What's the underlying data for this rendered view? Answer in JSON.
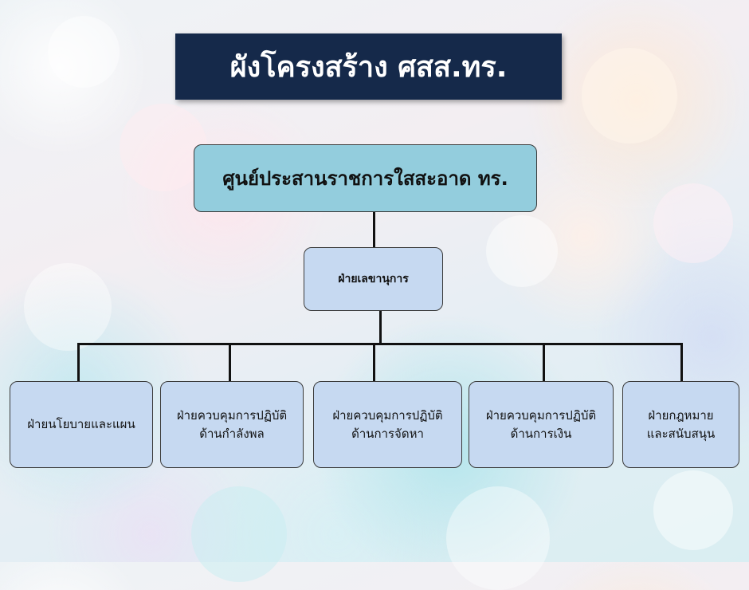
{
  "title": "ผังโครงสร้าง ศสส.ทร.",
  "org": {
    "top": "ศูนย์ประสานราชการใสสะอาด ทร.",
    "secretariat": "ฝ่ายเลขานุการ",
    "divisions": [
      {
        "line1": "ฝ่ายนโยบายและแผน",
        "line2": ""
      },
      {
        "line1": "ฝ่ายควบคุมการปฏิบัติ",
        "line2": "ด้านกำลังพล"
      },
      {
        "line1": "ฝ่ายควบคุมการปฏิบัติ",
        "line2": "ด้านการจัดหา"
      },
      {
        "line1": "ฝ่ายควบคุมการปฏิบัติ",
        "line2": "ด้านการเงิน"
      },
      {
        "line1": "ฝ่ายกฎหมาย",
        "line2": "และสนับสนุน"
      }
    ]
  },
  "colors": {
    "title_bg": "#15294a",
    "top_node": "#93cddd",
    "sub_node": "#c6d9f1"
  }
}
